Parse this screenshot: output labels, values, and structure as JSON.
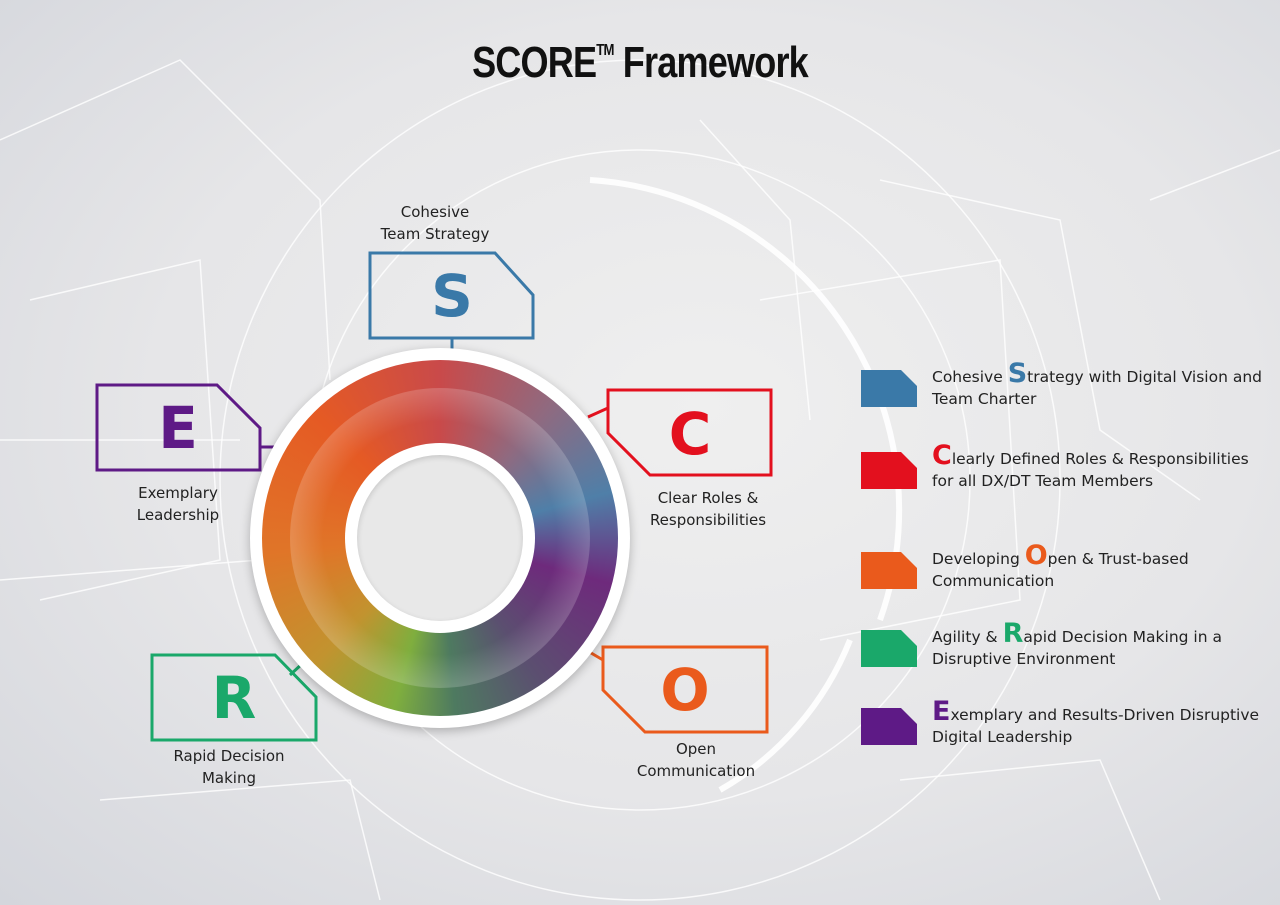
{
  "title": {
    "main": "SCORE",
    "tm": "TM",
    "rest": " Framework"
  },
  "colors": {
    "S": "#3a79a8",
    "C": "#e3101e",
    "O": "#ea5a1c",
    "R": "#1aa86a",
    "E": "#5e1a86"
  },
  "pillars": [
    {
      "key": "S",
      "letter": "S",
      "label1": "Cohesive",
      "label2": "Team Strategy"
    },
    {
      "key": "C",
      "letter": "C",
      "label1": "Clear Roles &",
      "label2": "Responsibilities"
    },
    {
      "key": "O",
      "letter": "O",
      "label1": "Open",
      "label2": "Communication"
    },
    {
      "key": "R",
      "letter": "R",
      "label1": "Rapid Decision",
      "label2": "Making"
    },
    {
      "key": "E",
      "letter": "E",
      "label1": "Exemplary",
      "label2": "Leadership"
    }
  ],
  "legend": [
    {
      "key": "S",
      "pre": "Cohesive ",
      "letter": "S",
      "post": "trategy with Digital Vision and Team Charter"
    },
    {
      "key": "C",
      "pre": "",
      "letter": "C",
      "post": "learly Defined Roles & Responsibilities for all DX/DT Team Members"
    },
    {
      "key": "O",
      "pre": "Developing ",
      "letter": "O",
      "post": "pen & Trust-based Communication"
    },
    {
      "key": "R",
      "pre": "Agility & ",
      "letter": "R",
      "post": "apid Decision Making in a Disruptive Environment"
    },
    {
      "key": "E",
      "pre": "",
      "letter": "E",
      "post": "xemplary and Results-Driven Disruptive Digital Leadership"
    }
  ]
}
